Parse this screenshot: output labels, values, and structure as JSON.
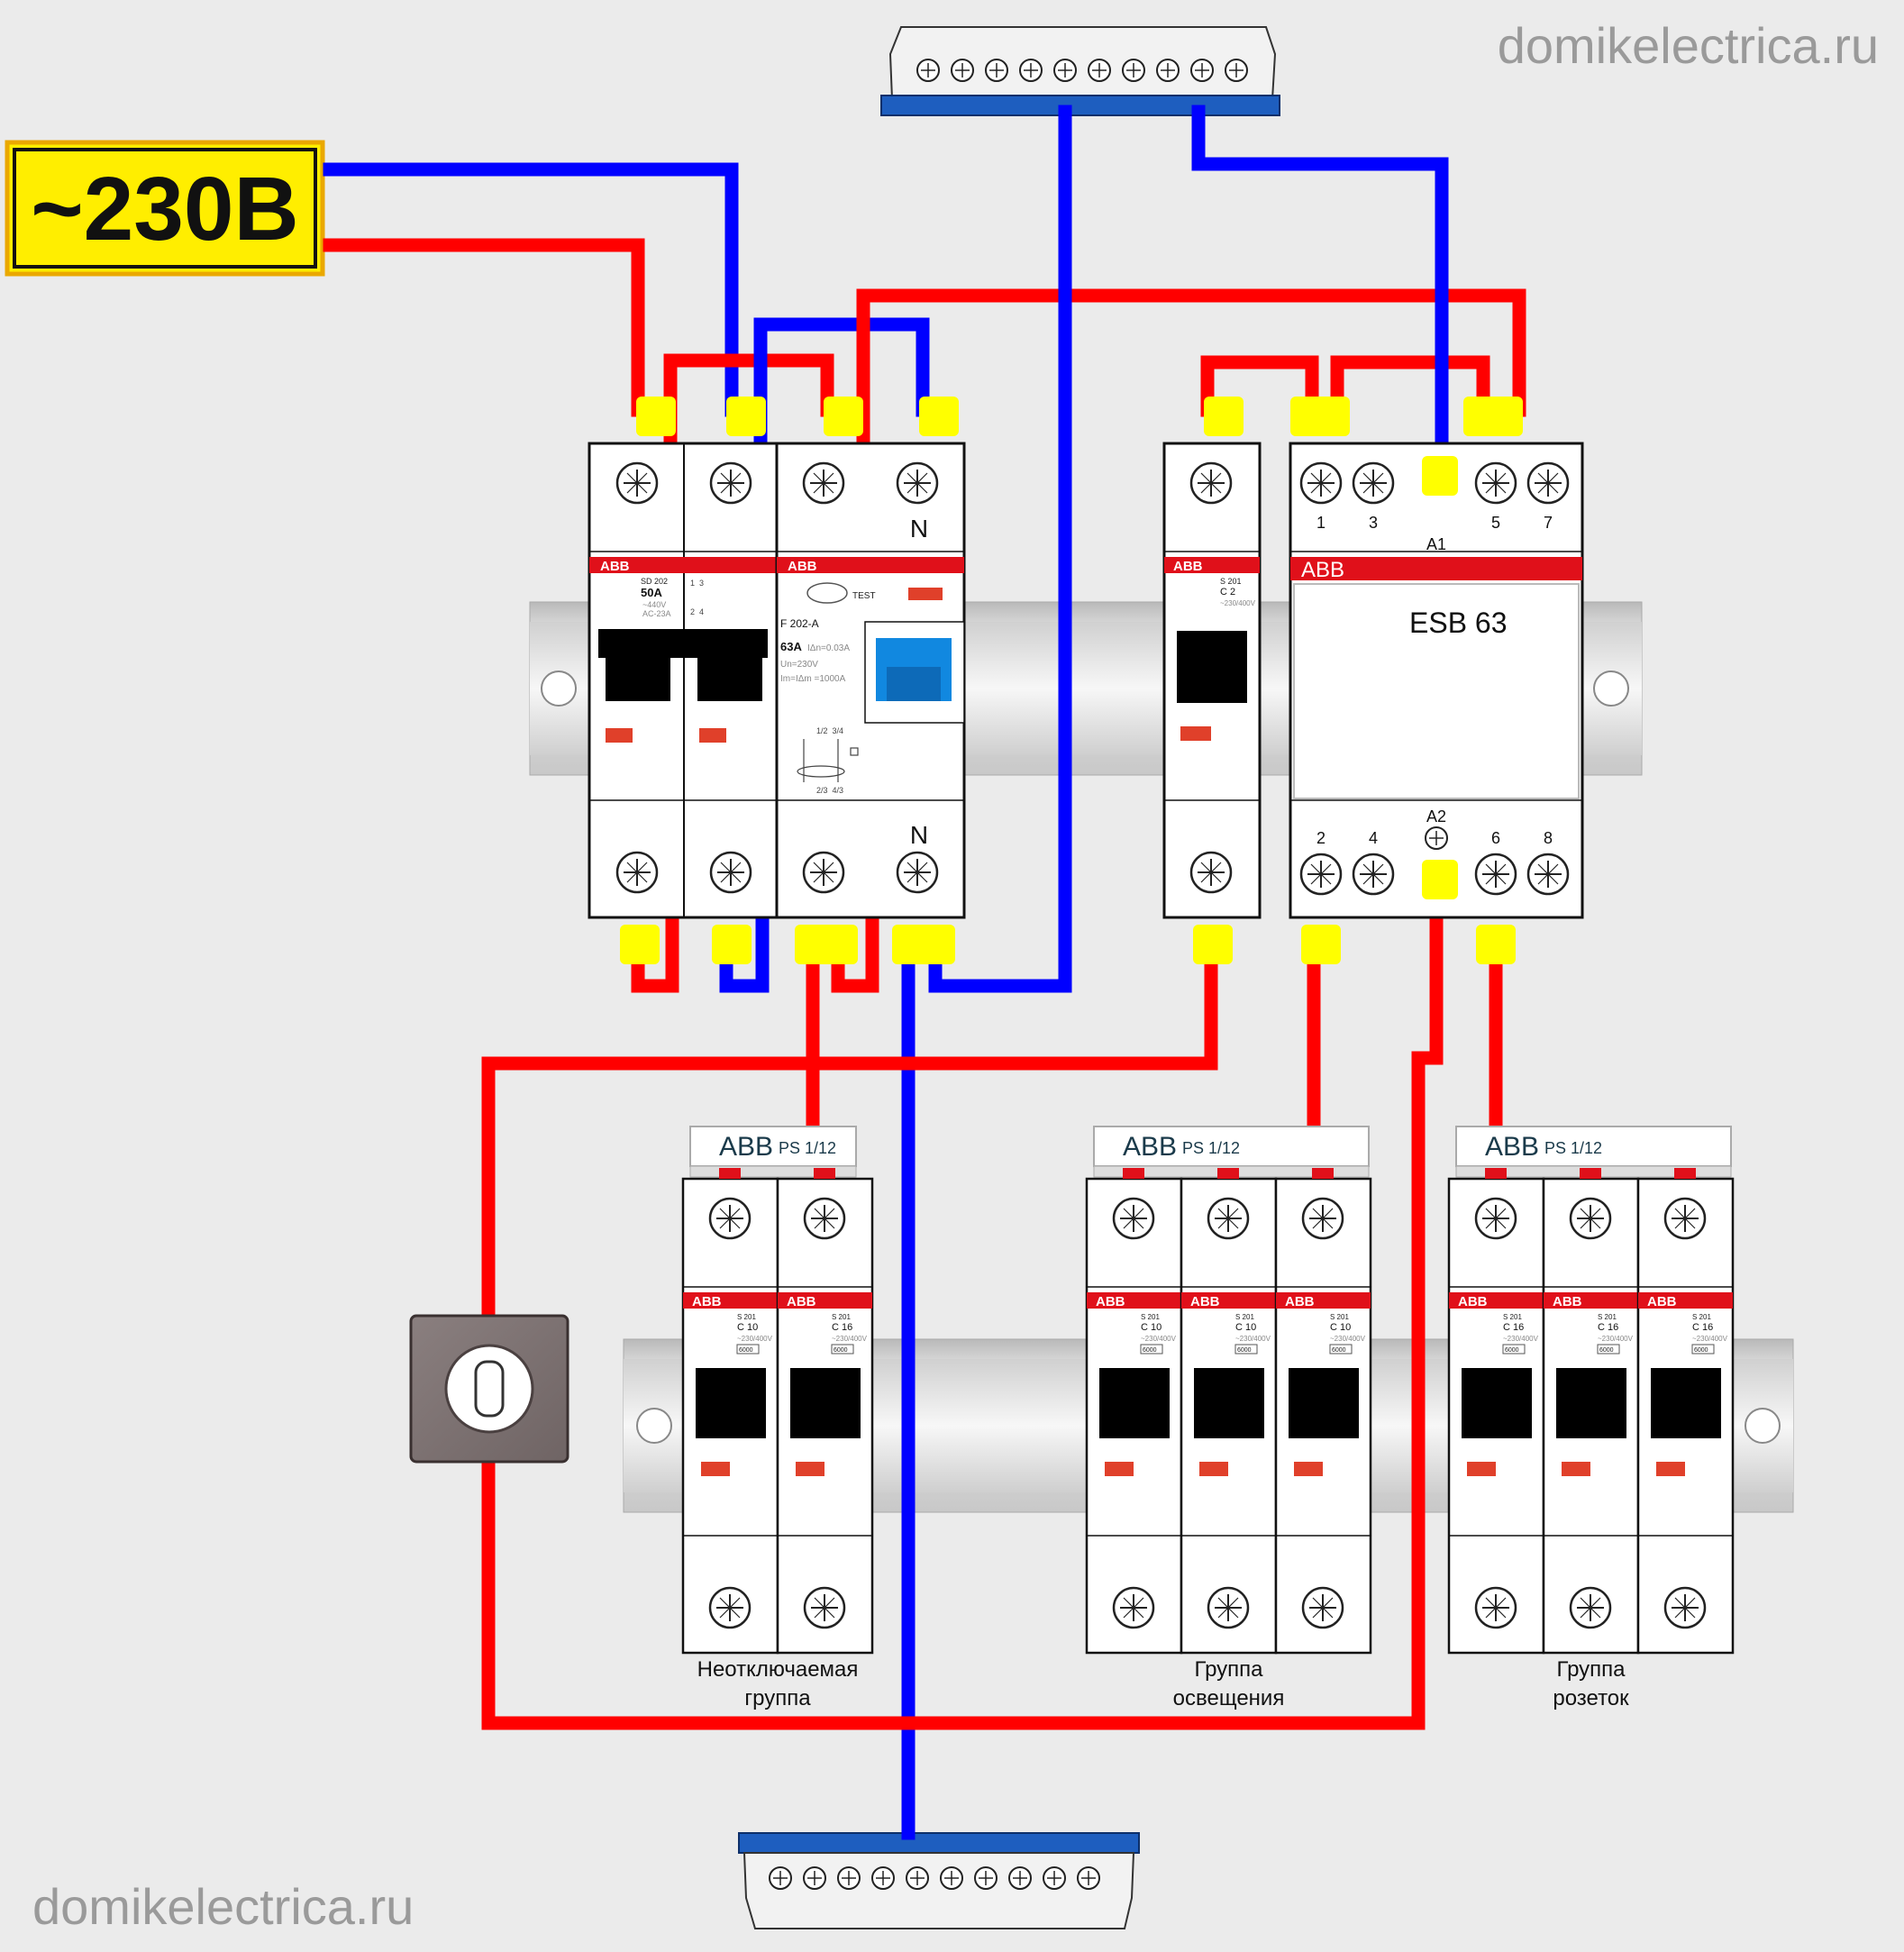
{
  "watermark": "domikelectrica.ru",
  "supply_label": "~230В",
  "brand": "ABB",
  "main_breaker": {
    "model": "SD 202",
    "rating": "50А",
    "spec1": "~440V",
    "spec2": "AC-23A",
    "pole_marks_top": "1  3",
    "pole_marks_bottom": "2  4"
  },
  "rcd": {
    "model": "F 202-A",
    "rating": "63A",
    "leak": "IΔn=0.03A",
    "voltage": "Un=230V",
    "im": "Im=IΔm =1000A",
    "test_label": "TEST",
    "n_top": "N",
    "n_bottom": "N",
    "marks_top": "1/2  3/4",
    "marks_bottom": "2/3  4/3"
  },
  "control_breaker": {
    "model": "S 201",
    "rating": "C 2",
    "spec": "~230/400V"
  },
  "contactor": {
    "model": "ESB 63",
    "top_terminals": [
      "1",
      "3",
      "A1",
      "5",
      "7"
    ],
    "bottom_terminals": [
      "2",
      "4",
      "A2",
      "6",
      "8"
    ]
  },
  "busbar_label": "ABB PS 1/12",
  "busbar_brand": "ABB",
  "busbar_model": "PS 1/12",
  "groups": [
    {
      "label_line1": "Неотключаемая",
      "label_line2": "группа",
      "breakers": [
        {
          "model": "S 201",
          "rating": "C 10",
          "spec": "~230/400V",
          "code": "6000"
        },
        {
          "model": "S 201",
          "rating": "C 16",
          "spec": "~230/400V",
          "code": "6000"
        }
      ]
    },
    {
      "label_line1": "Группа",
      "label_line2": "освещения",
      "breakers": [
        {
          "model": "S 201",
          "rating": "C 10",
          "spec": "~230/400V",
          "code": "6000"
        },
        {
          "model": "S 201",
          "rating": "C 10",
          "spec": "~230/400V",
          "code": "6000"
        },
        {
          "model": "S 201",
          "rating": "C 10",
          "spec": "~230/400V",
          "code": "6000"
        }
      ]
    },
    {
      "label_line1": "Группа",
      "label_line2": "розеток",
      "breakers": [
        {
          "model": "S 201",
          "rating": "C 16",
          "spec": "~230/400V",
          "code": "6000"
        },
        {
          "model": "S 201",
          "rating": "C 16",
          "spec": "~230/400V",
          "code": "6000"
        },
        {
          "model": "S 201",
          "rating": "C 16",
          "spec": "~230/400V",
          "code": "6000"
        }
      ]
    }
  ],
  "colors": {
    "phase_wire": "#ff0000",
    "neutral_wire": "#0000ff",
    "ferrule": "#ffff00",
    "abb_band": "#e0101a",
    "label_bg": "#ffee00",
    "background": "#ebebeb"
  }
}
